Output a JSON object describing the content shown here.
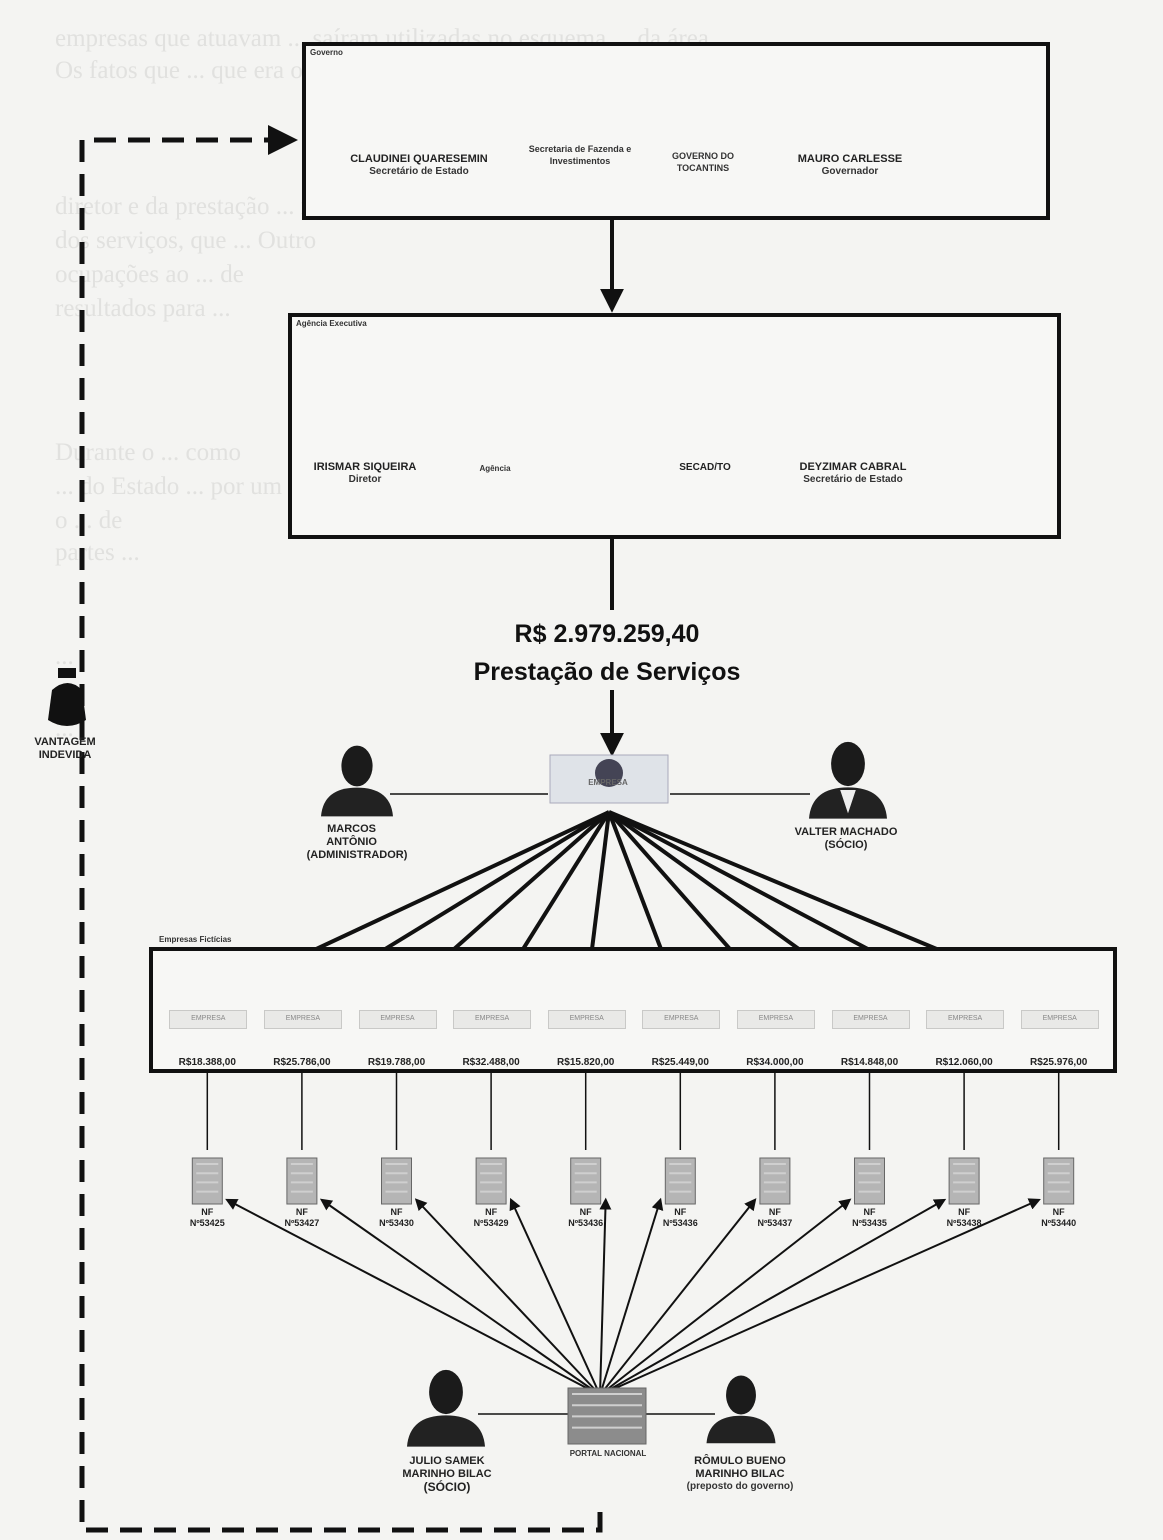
{
  "background_text": [
    "empresas que atuavam ... saíram utilizadas no esquema ... da área",
    "Os fatos que ... que era o",
    "diretor e da prestação ... notas",
    "dos serviços, que ... Outro",
    "ocupações ao ... de",
    "resultados para ...",
    "Durante o ... como",
    "... do Estado ... por um novo",
    "o ... de",
    "partes ...",
    "... ",
    "... ",
    "..."
  ],
  "top_box": {
    "label": "Governo",
    "people": [
      {
        "name": "CLAUDINEI QUARESEMIN",
        "role": "Secretário de Estado"
      },
      {
        "name": "MAURO CARLESSE",
        "role": "Governador"
      }
    ],
    "entities": [
      {
        "name": "Secretaria de Fazenda e Investimentos"
      },
      {
        "name": "GOVERNO DO TOCANTINS"
      }
    ]
  },
  "mid_box": {
    "label": "Agência Executiva",
    "people": [
      {
        "name": "IRISMAR SIQUEIRA",
        "role": "Diretor"
      },
      {
        "name": "DEYZIMAR CABRAL",
        "role": "Secretário de Estado"
      }
    ],
    "entities": [
      {
        "name": "Agência"
      },
      {
        "name": "SECAD/TO"
      }
    ]
  },
  "payment": {
    "amount": "R$ 2.979.259,40",
    "description": "Prestação de Serviços"
  },
  "vantagem": "VANTAGEM INDEVIDA",
  "company": {
    "name": "EMPRESA",
    "people": [
      {
        "name": "MARCOS ANTÔNIO",
        "role": "(ADMINISTRADOR)"
      },
      {
        "name": "VALTER MACHADO",
        "role": "(SÓCIO)"
      }
    ]
  },
  "companies_box": {
    "label": "Empresas Fictícias",
    "tag_label": "EMPRESA",
    "amounts": [
      "R$18.388,00",
      "R$25.786,00",
      "R$19.788,00",
      "R$32.488,00",
      "R$15.820,00",
      "R$25.449,00",
      "R$34.000,00",
      "R$14.848,00",
      "R$12.060,00",
      "R$25.976,00"
    ]
  },
  "invoices": [
    {
      "type": "NF",
      "number": "Nº53425"
    },
    {
      "type": "NF",
      "number": "Nº53427"
    },
    {
      "type": "NF",
      "number": "Nº53430"
    },
    {
      "type": "NF",
      "number": "Nº53429"
    },
    {
      "type": "NF",
      "number": "Nº53436"
    },
    {
      "type": "NF",
      "number": "Nº53436"
    },
    {
      "type": "NF",
      "number": "Nº53437"
    },
    {
      "type": "NF",
      "number": "Nº53435"
    },
    {
      "type": "NF",
      "number": "Nº53438"
    },
    {
      "type": "NF",
      "number": "Nº53440"
    }
  ],
  "bottom": {
    "center": "PORTAL NACIONAL",
    "people": [
      {
        "name": "JULIO SAMEK",
        "name2": "MARINHO BILAC",
        "role": "(SÓCIO)"
      },
      {
        "name": "RÔMULO BUENO",
        "name2": "MARINHO BILAC",
        "role": "(preposto do governo)"
      }
    ]
  }
}
